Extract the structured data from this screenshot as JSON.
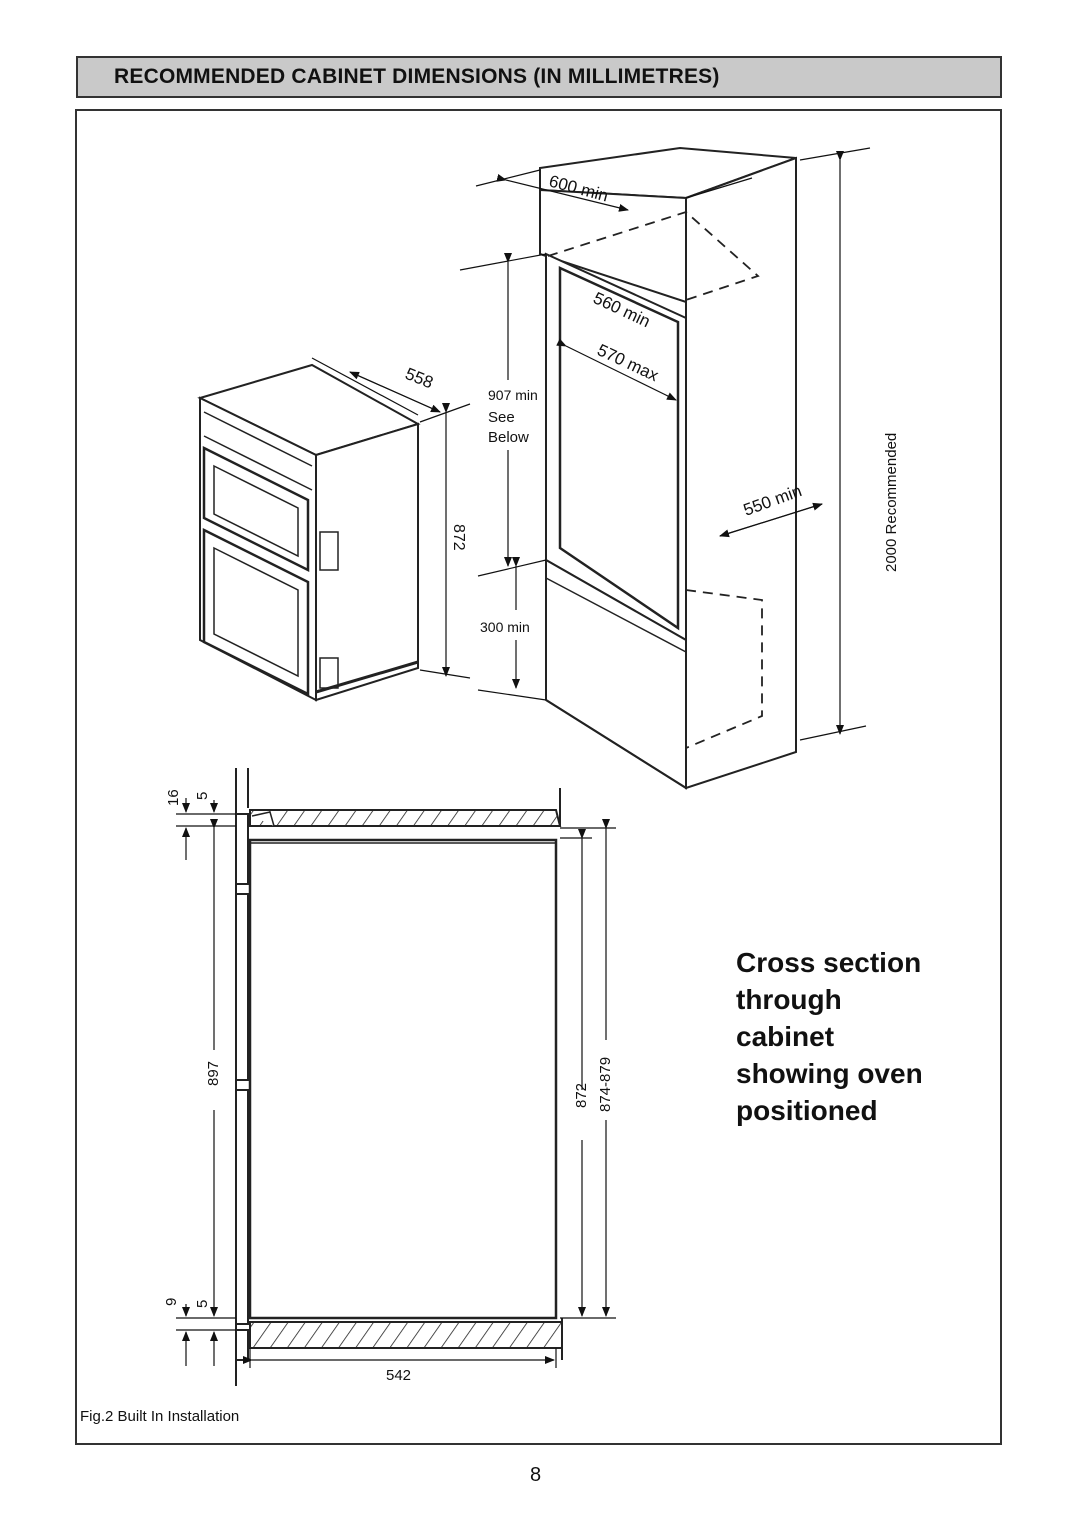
{
  "header": {
    "title": "RECOMMENDED CABINET DIMENSIONS (IN MILLIMETRES)"
  },
  "diagram_3d": {
    "width_600": "600 min",
    "depth_560": "560 min",
    "width_570": "570 max",
    "depth_550": "550 min",
    "height_2000": "2000 Recommended",
    "oven_depth": "558",
    "oven_height": "872",
    "aperture_height": "907 min",
    "aperture_note_1": "See",
    "aperture_note_2": "Below",
    "plinth": "300 min"
  },
  "cross_section": {
    "top_16": "16",
    "top_5": "5",
    "height_897": "897",
    "bottom_9": "9",
    "bottom_5": "5",
    "inner_872": "872",
    "range_874_879": "874-879",
    "depth_542": "542"
  },
  "caption": {
    "lines": [
      "Cross section",
      "through",
      "cabinet",
      "showing oven",
      "positioned"
    ]
  },
  "figure_label": "Fig.2 Built In Installation",
  "page_number": "8"
}
